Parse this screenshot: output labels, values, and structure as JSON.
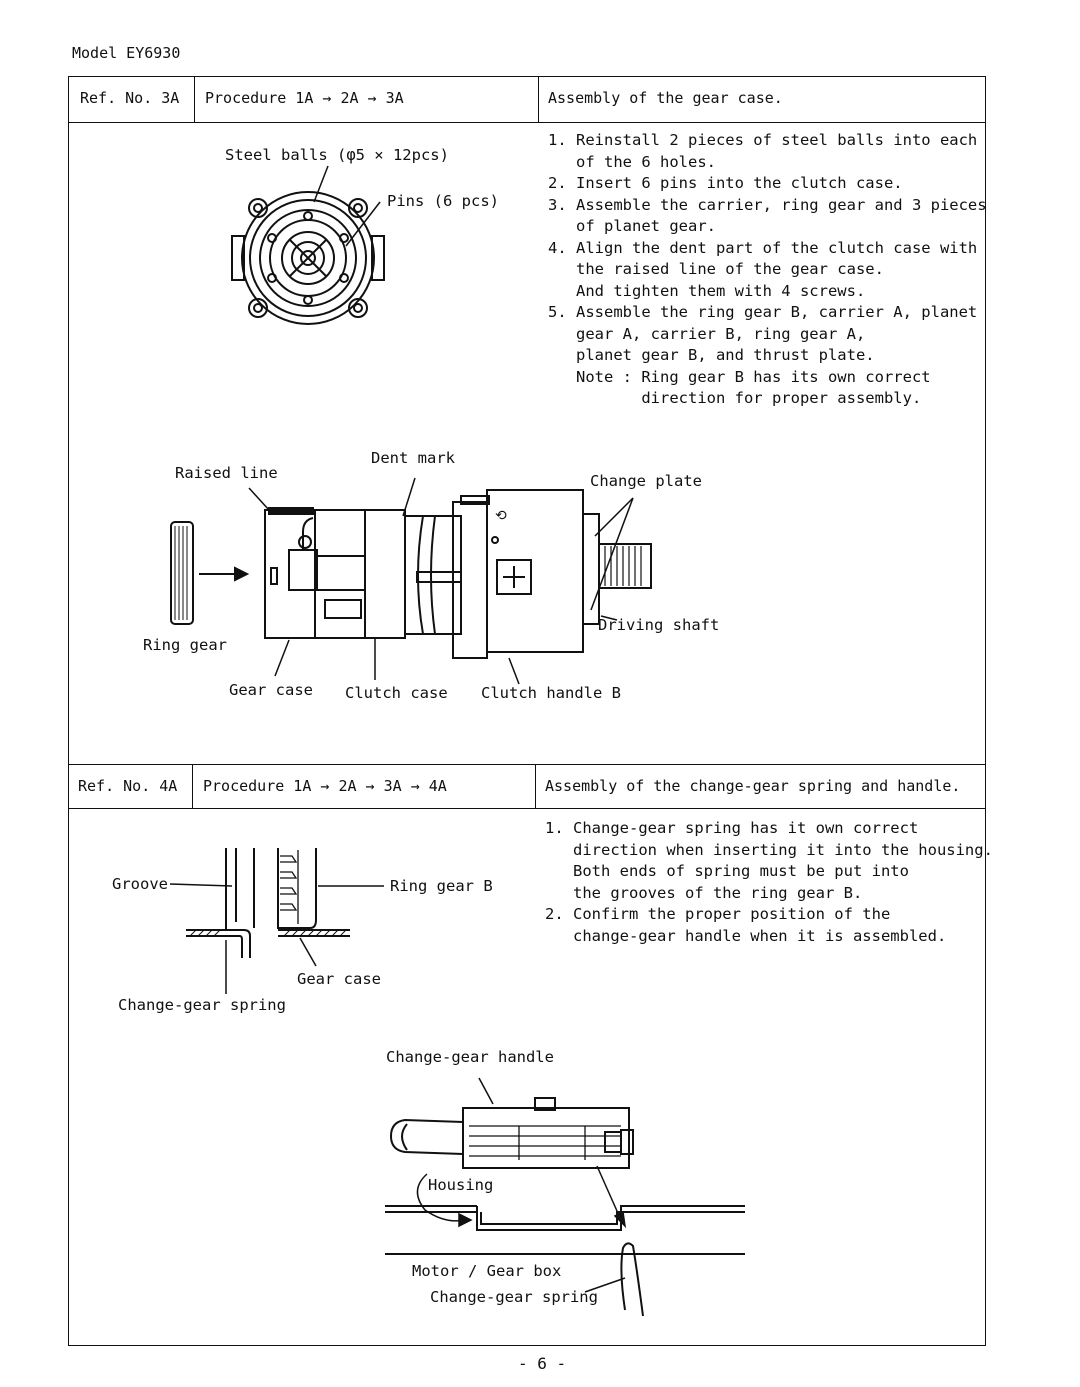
{
  "header": {
    "model": "Model EY6930"
  },
  "sections": [
    {
      "ref": "Ref. No. 3A",
      "procedure": "Procedure 1A → 2A → 3A",
      "title": "Assembly of the gear case.",
      "steps": [
        {
          "num": "1.",
          "lines": [
            "Reinstall 2 pieces of steel balls into each",
            "of the 6 holes."
          ]
        },
        {
          "num": "2.",
          "lines": [
            "Insert 6 pins into the clutch case."
          ]
        },
        {
          "num": "3.",
          "lines": [
            "Assemble the carrier, ring gear and 3 pieces",
            "of planet gear."
          ]
        },
        {
          "num": "4.",
          "lines": [
            "Align the dent part of the clutch case with",
            "the raised line of the gear case.",
            "And tighten them with 4 screws."
          ]
        },
        {
          "num": "5.",
          "lines": [
            "Assemble the ring gear B, carrier A, planet",
            "gear A, carrier B, ring gear A,",
            "planet gear B, and thrust plate.",
            "Note : Ring gear B has its own correct",
            "       direction for proper assembly."
          ]
        }
      ],
      "labels": {
        "steel_balls": "Steel balls (φ5 × 12pcs)",
        "pins": "Pins (6 pcs)",
        "raised_line": "Raised line",
        "dent_mark": "Dent mark",
        "change_plate": "Change plate",
        "ring_gear": "Ring gear",
        "driving_shaft": "Driving shaft",
        "gear_case": "Gear case",
        "clutch_case": "Clutch case",
        "clutch_handle_b": "Clutch handle B"
      }
    },
    {
      "ref": "Ref. No. 4A",
      "procedure": "Procedure 1A → 2A → 3A → 4A",
      "title": "Assembly of the change-gear spring and handle.",
      "steps": [
        {
          "num": "1.",
          "lines": [
            "Change-gear spring has it own correct",
            "direction when inserting it into the housing.",
            "Both ends of spring must be put into",
            "the grooves of the ring gear B."
          ]
        },
        {
          "num": "2.",
          "lines": [
            "Confirm the proper position of the",
            "change-gear handle when it is assembled."
          ]
        }
      ],
      "labels": {
        "groove": "Groove",
        "ring_gear_b": "Ring gear B",
        "gear_case": "Gear case",
        "change_gear_spring": "Change-gear spring",
        "change_gear_handle": "Change-gear handle",
        "housing": "Housing",
        "motor_gear_box": "Motor / Gear box",
        "change_gear_spring_2": "Change-gear spring"
      }
    }
  ],
  "footer": {
    "page": "- 6 -"
  }
}
